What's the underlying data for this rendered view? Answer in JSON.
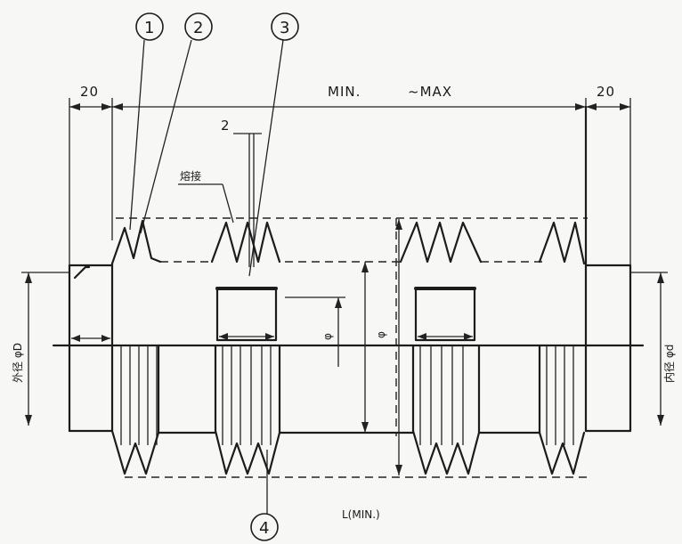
{
  "drawing": {
    "dimensions": {
      "left_end_length": "20",
      "right_end_length": "20",
      "span_label": "MIN.",
      "span_label_2": "~MAX",
      "gap_label": "2"
    },
    "callouts": [
      {
        "id": "1",
        "text": "1"
      },
      {
        "id": "2",
        "text": "2"
      },
      {
        "id": "3",
        "text": "3"
      },
      {
        "id": "4",
        "text": "4"
      }
    ],
    "labels": {
      "weld": "熔接",
      "outer_diameter": "外径 φD",
      "inner_diameter": "内径 φd",
      "bellows_diameter": "φ",
      "ring_diameter": "φ",
      "bottom_note": "L(MIN.)"
    }
  }
}
